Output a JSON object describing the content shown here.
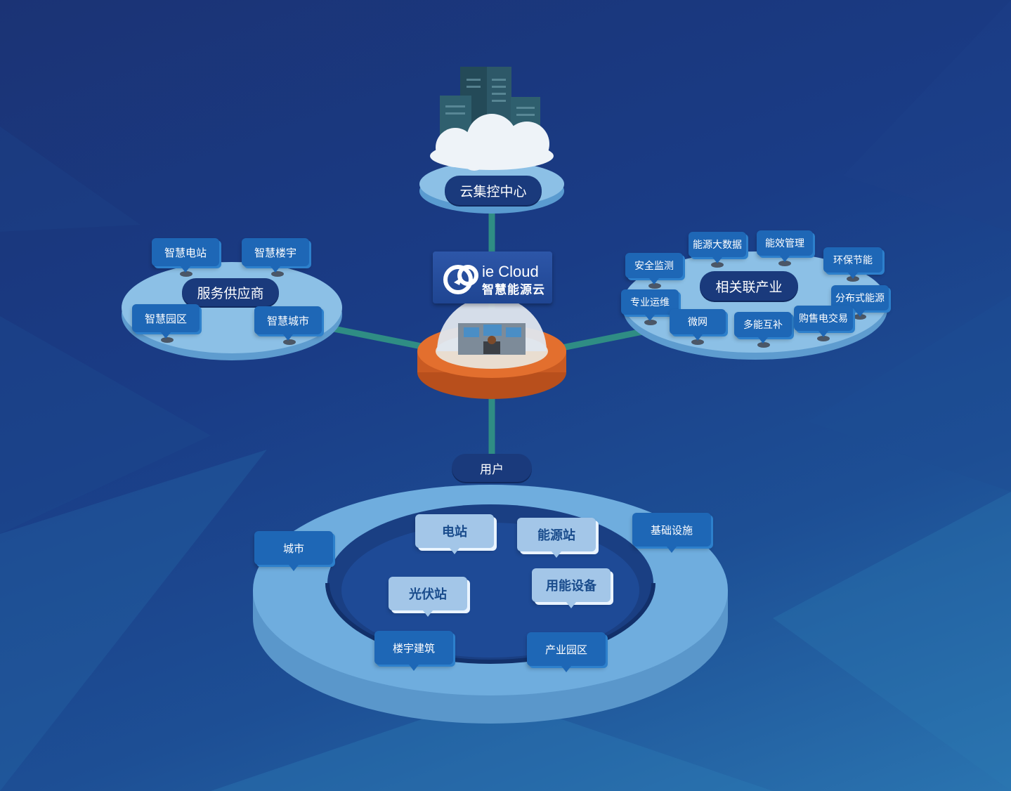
{
  "diagram": {
    "cloud_center": "云集控中心",
    "brand": {
      "name": "ie Cloud",
      "subtitle": "智慧能源云"
    },
    "service_providers": {
      "label": "服务供应商",
      "items": [
        "智慧电站",
        "智慧楼宇",
        "智慧园区",
        "智慧城市"
      ]
    },
    "related_industry": {
      "label": "相关联产业",
      "items": [
        "能源大数据",
        "能效管理",
        "安全监测",
        "环保节能",
        "专业运维",
        "分布式能源",
        "微网",
        "多能互补",
        "购售电交易"
      ]
    },
    "users": {
      "label": "用户",
      "outer": [
        "城市",
        "基础设施",
        "楼宇建筑",
        "产业园区"
      ],
      "inner": [
        "电站",
        "能源站",
        "光伏站",
        "用能设备"
      ]
    }
  },
  "colors": {
    "background": "#1a3c86",
    "platform": "#7cb6e2",
    "tag": "#1e67b6",
    "connector": "#2f8d84",
    "hub": "#e06a2a"
  },
  "icons": [
    "server-towers-icon",
    "cloud-icon",
    "control-room-dome-icon",
    "ie-cloud-logo-icon"
  ]
}
